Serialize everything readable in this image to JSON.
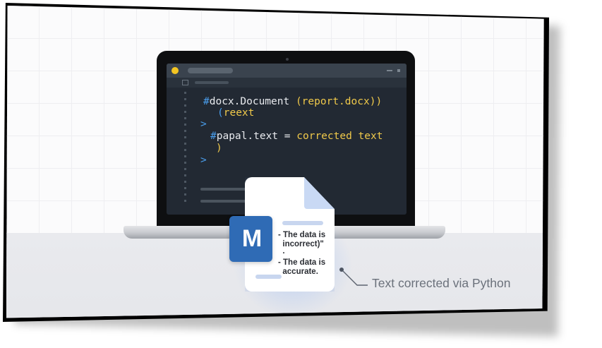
{
  "scene": {
    "description": "Illustration of a laptop showing Python code editing a Word document",
    "colors": {
      "background_grid": "#fbfbfc",
      "floor": "#e7e8ec",
      "screen_bg": "#222933",
      "code_blue": "#4a9eed",
      "code_white": "#e8eaee",
      "code_yellow": "#f0c94a",
      "word_blue": "#2f6bb5",
      "callout_text": "#6b717b"
    }
  },
  "editor": {
    "app_icon": "python-logo-icon",
    "code_lines": [
      {
        "parts": [
          {
            "t": "#",
            "c": "blue"
          },
          {
            "t": "docx.Document ",
            "c": "white"
          },
          {
            "t": "(report.docx))",
            "c": "yellow"
          }
        ]
      },
      {
        "parts": [
          {
            "t": "(",
            "c": "blue"
          },
          {
            "t": "reext",
            "c": "yellow"
          }
        ]
      },
      {
        "parts": [
          {
            "t": ">",
            "c": "blue"
          }
        ]
      },
      {
        "parts": [
          {
            "t": "#",
            "c": "blue"
          },
          {
            "t": "papal.text",
            "c": "white"
          },
          {
            "t": " = ",
            "c": "white"
          },
          {
            "t": "corrected text",
            "c": "yellow"
          }
        ]
      },
      {
        "parts": [
          {
            "t": ")",
            "c": "yellow"
          }
        ]
      },
      {
        "parts": [
          {
            "t": ">",
            "c": "blue"
          }
        ]
      }
    ],
    "line1": {
      "hash": "#",
      "obj": "docx.Document ",
      "arg": "(report.docx))"
    },
    "line2": {
      "paren": "(",
      "word": "reext"
    },
    "line3": {
      "brace": ">"
    },
    "line4": {
      "hash": "#",
      "obj": "papal.text",
      "eq": " = ",
      "value": "corrected text"
    },
    "line5": {
      "paren": ")"
    },
    "line6": {
      "brace": ">"
    }
  },
  "document": {
    "icon_letter": "M",
    "icon_name": "word-document-icon",
    "lines": [
      "- The data is",
      "  incorrect)\"",
      "  -",
      "- The data is",
      "  accurate."
    ],
    "text_block": "- The data is\n  incorrect)\"\n  ·\n- The data is\n  accurate."
  },
  "callout": {
    "label": "Text corrected via Python"
  }
}
